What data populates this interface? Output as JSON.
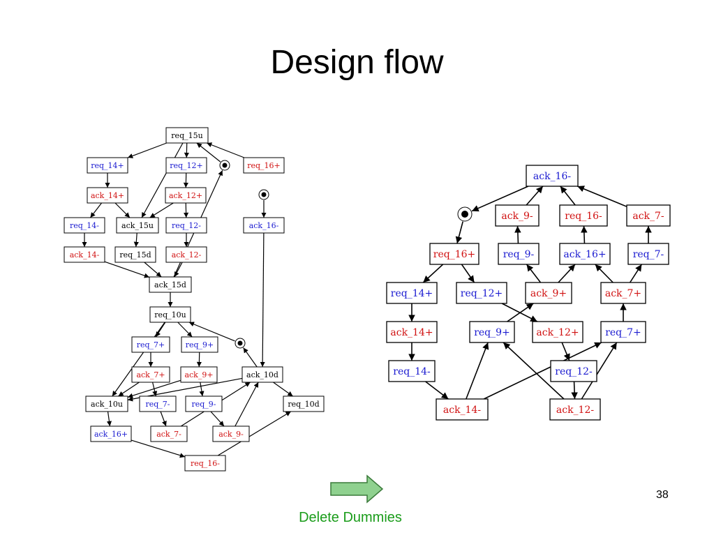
{
  "slide": {
    "title": "Design flow",
    "page_number": "38",
    "caption": "Delete Dummies"
  },
  "colors": {
    "black": "#000000",
    "blue": "#1a1ad0",
    "red": "#d01010",
    "arrow_fill": "#8fd18f",
    "arrow_stroke": "#3a7a3a",
    "caption": "#1a9c1a"
  },
  "left_graph": {
    "nodes": [
      {
        "id": "req_15u",
        "label": "req_15u",
        "color": "black"
      },
      {
        "id": "req_14p",
        "label": "req_14+",
        "color": "blue"
      },
      {
        "id": "req_12p",
        "label": "req_12+",
        "color": "blue"
      },
      {
        "id": "req_16p",
        "label": "req_16+",
        "color": "red"
      },
      {
        "id": "ack_14p",
        "label": "ack_14+",
        "color": "red"
      },
      {
        "id": "ack_12p",
        "label": "ack_12+",
        "color": "red"
      },
      {
        "id": "req_14m",
        "label": "req_14-",
        "color": "blue"
      },
      {
        "id": "ack_15u",
        "label": "ack_15u",
        "color": "black"
      },
      {
        "id": "req_12m",
        "label": "req_12-",
        "color": "blue"
      },
      {
        "id": "ack_16m",
        "label": "ack_16-",
        "color": "blue"
      },
      {
        "id": "ack_14m",
        "label": "ack_14-",
        "color": "red"
      },
      {
        "id": "req_15d",
        "label": "req_15d",
        "color": "black"
      },
      {
        "id": "ack_12m",
        "label": "ack_12-",
        "color": "red"
      },
      {
        "id": "ack_15d",
        "label": "ack_15d",
        "color": "black"
      },
      {
        "id": "req_10u",
        "label": "req_10u",
        "color": "black"
      },
      {
        "id": "req_7p",
        "label": "req_7+",
        "color": "blue"
      },
      {
        "id": "req_9p",
        "label": "req_9+",
        "color": "blue"
      },
      {
        "id": "ack_7p",
        "label": "ack_7+",
        "color": "red"
      },
      {
        "id": "ack_9p",
        "label": "ack_9+",
        "color": "red"
      },
      {
        "id": "ack_10d",
        "label": "ack_10d",
        "color": "black"
      },
      {
        "id": "ack_10u",
        "label": "ack_10u",
        "color": "black"
      },
      {
        "id": "req_7m",
        "label": "req_7-",
        "color": "blue"
      },
      {
        "id": "req_9m",
        "label": "req_9-",
        "color": "blue"
      },
      {
        "id": "req_10d",
        "label": "req_10d",
        "color": "black"
      },
      {
        "id": "ack_16p",
        "label": "ack_16+",
        "color": "blue"
      },
      {
        "id": "ack_7m",
        "label": "ack_7-",
        "color": "red"
      },
      {
        "id": "ack_9m",
        "label": "ack_9-",
        "color": "red"
      },
      {
        "id": "req_16m",
        "label": "req_16-",
        "color": "red"
      }
    ],
    "tokens": [
      "t1",
      "t2",
      "t3"
    ],
    "edges": [
      [
        "req_15u",
        "req_14p"
      ],
      [
        "req_15u",
        "req_12p"
      ],
      [
        "req_15u",
        "ack_15u"
      ],
      [
        "req_16p",
        "req_15u"
      ],
      [
        "t1",
        "req_15u"
      ],
      [
        "req_14p",
        "ack_14p"
      ],
      [
        "req_12p",
        "ack_12p"
      ],
      [
        "ack_14p",
        "req_14m"
      ],
      [
        "ack_14p",
        "ack_15u"
      ],
      [
        "ack_12p",
        "ack_15u"
      ],
      [
        "ack_12p",
        "req_12m"
      ],
      [
        "req_14m",
        "ack_14m"
      ],
      [
        "ack_15u",
        "req_15d"
      ],
      [
        "req_12m",
        "ack_12m"
      ],
      [
        "ack_14m",
        "ack_15d"
      ],
      [
        "req_15d",
        "ack_15d"
      ],
      [
        "ack_12m",
        "ack_15d"
      ],
      [
        "ack_15d",
        "t1"
      ],
      [
        "ack_15d",
        "req_10u"
      ],
      [
        "t2",
        "ack_16m"
      ],
      [
        "ack_16m",
        "ack_10d"
      ],
      [
        "req_10u",
        "req_7p"
      ],
      [
        "req_10u",
        "req_9p"
      ],
      [
        "req_10u",
        "ack_10u"
      ],
      [
        "t3",
        "req_10u"
      ],
      [
        "ack_10d",
        "t3"
      ],
      [
        "req_7p",
        "ack_7p"
      ],
      [
        "req_9p",
        "ack_9p"
      ],
      [
        "ack_7p",
        "ack_10u"
      ],
      [
        "ack_7p",
        "req_7m"
      ],
      [
        "ack_9p",
        "ack_10u"
      ],
      [
        "ack_9p",
        "req_9m"
      ],
      [
        "ack_10d",
        "ack_10u"
      ],
      [
        "ack_10d",
        "req_10d"
      ],
      [
        "ack_10u",
        "ack_16p"
      ],
      [
        "req_7m",
        "ack_7m"
      ],
      [
        "req_9m",
        "ack_9m"
      ],
      [
        "ack_7m",
        "ack_10d"
      ],
      [
        "ack_9m",
        "ack_10d"
      ],
      [
        "ack_16p",
        "req_16m"
      ],
      [
        "req_16m",
        "req_10d"
      ]
    ]
  },
  "right_graph": {
    "nodes": [
      {
        "id": "ack_16m",
        "label": "ack_16-",
        "color": "blue"
      },
      {
        "id": "ack_9m",
        "label": "ack_9-",
        "color": "red"
      },
      {
        "id": "req_16m",
        "label": "req_16-",
        "color": "red"
      },
      {
        "id": "ack_7m",
        "label": "ack_7-",
        "color": "red"
      },
      {
        "id": "req_16p",
        "label": "req_16+",
        "color": "red"
      },
      {
        "id": "req_9m",
        "label": "req_9-",
        "color": "blue"
      },
      {
        "id": "ack_16p",
        "label": "ack_16+",
        "color": "blue"
      },
      {
        "id": "req_7m",
        "label": "req_7-",
        "color": "blue"
      },
      {
        "id": "req_14p",
        "label": "req_14+",
        "color": "blue"
      },
      {
        "id": "req_12p",
        "label": "req_12+",
        "color": "blue"
      },
      {
        "id": "ack_9p",
        "label": "ack_9+",
        "color": "red"
      },
      {
        "id": "ack_7p",
        "label": "ack_7+",
        "color": "red"
      },
      {
        "id": "ack_14p",
        "label": "ack_14+",
        "color": "red"
      },
      {
        "id": "req_9p",
        "label": "req_9+",
        "color": "blue"
      },
      {
        "id": "ack_12p",
        "label": "ack_12+",
        "color": "red"
      },
      {
        "id": "req_7p",
        "label": "req_7+",
        "color": "blue"
      },
      {
        "id": "req_14m",
        "label": "req_14-",
        "color": "blue"
      },
      {
        "id": "req_12m",
        "label": "req_12-",
        "color": "blue"
      },
      {
        "id": "ack_14m",
        "label": "ack_14-",
        "color": "red"
      },
      {
        "id": "ack_12m",
        "label": "ack_12-",
        "color": "red"
      }
    ],
    "tokens": [
      "t1"
    ],
    "edges": [
      [
        "ack_16m",
        "t1"
      ],
      [
        "t1",
        "req_16p"
      ],
      [
        "req_16p",
        "req_14p"
      ],
      [
        "req_16p",
        "req_12p"
      ],
      [
        "req_14p",
        "ack_14p"
      ],
      [
        "ack_14p",
        "req_14m"
      ],
      [
        "req_14m",
        "ack_14m"
      ],
      [
        "req_12p",
        "ack_12p"
      ],
      [
        "ack_12p",
        "req_12m"
      ],
      [
        "req_12m",
        "ack_12m"
      ],
      [
        "ack_14m",
        "req_9p"
      ],
      [
        "ack_14m",
        "req_7p"
      ],
      [
        "ack_12m",
        "req_9p"
      ],
      [
        "ack_12m",
        "req_7p"
      ],
      [
        "req_9p",
        "ack_9p"
      ],
      [
        "req_7p",
        "ack_7p"
      ],
      [
        "ack_9p",
        "req_9m"
      ],
      [
        "ack_9p",
        "ack_16p"
      ],
      [
        "ack_7p",
        "ack_16p"
      ],
      [
        "ack_7p",
        "req_7m"
      ],
      [
        "req_9m",
        "ack_9m"
      ],
      [
        "req_7m",
        "ack_7m"
      ],
      [
        "ack_16p",
        "req_16m"
      ],
      [
        "ack_9m",
        "ack_16m"
      ],
      [
        "req_16m",
        "ack_16m"
      ],
      [
        "ack_7m",
        "ack_16m"
      ]
    ]
  }
}
